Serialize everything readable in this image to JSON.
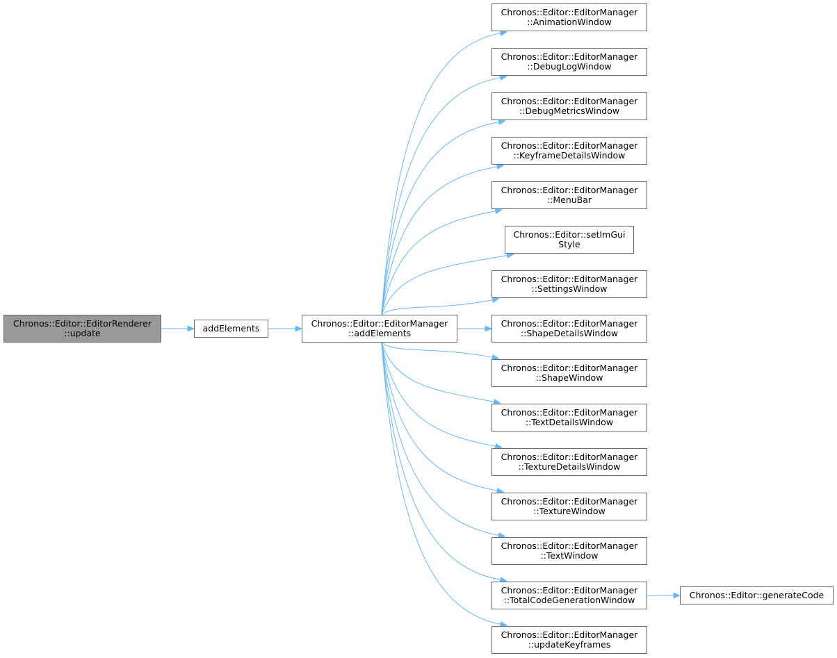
{
  "diagram": {
    "type": "call-graph",
    "colors": {
      "edge": "#63b8ff",
      "root_fill": "#999999",
      "node_border": "#666666",
      "node_fill": "#ffffff"
    },
    "nodes": [
      {
        "id": "root",
        "lines": [
          "Chronos::Editor::EditorRenderer",
          "::update"
        ]
      },
      {
        "id": "add1",
        "lines": [
          "addElements"
        ]
      },
      {
        "id": "mgr",
        "lines": [
          "Chronos::Editor::EditorManager",
          "::addElements"
        ]
      },
      {
        "id": "n0",
        "lines": [
          "Chronos::Editor::EditorManager",
          "::AnimationWindow"
        ]
      },
      {
        "id": "n1",
        "lines": [
          "Chronos::Editor::EditorManager",
          "::DebugLogWindow"
        ]
      },
      {
        "id": "n2",
        "lines": [
          "Chronos::Editor::EditorManager",
          "::DebugMetricsWindow"
        ]
      },
      {
        "id": "n3",
        "lines": [
          "Chronos::Editor::EditorManager",
          "::KeyframeDetailsWindow"
        ]
      },
      {
        "id": "n4",
        "lines": [
          "Chronos::Editor::EditorManager",
          "::MenuBar"
        ]
      },
      {
        "id": "n5",
        "lines": [
          "Chronos::Editor::setImGui",
          "Style"
        ]
      },
      {
        "id": "n6",
        "lines": [
          "Chronos::Editor::EditorManager",
          "::SettingsWindow"
        ]
      },
      {
        "id": "n7",
        "lines": [
          "Chronos::Editor::EditorManager",
          "::ShapeDetailsWindow"
        ]
      },
      {
        "id": "n8",
        "lines": [
          "Chronos::Editor::EditorManager",
          "::ShapeWindow"
        ]
      },
      {
        "id": "n9",
        "lines": [
          "Chronos::Editor::EditorManager",
          "::TextDetailsWindow"
        ]
      },
      {
        "id": "n10",
        "lines": [
          "Chronos::Editor::EditorManager",
          "::TextureDetailsWindow"
        ]
      },
      {
        "id": "n11",
        "lines": [
          "Chronos::Editor::EditorManager",
          "::TextureWindow"
        ]
      },
      {
        "id": "n12",
        "lines": [
          "Chronos::Editor::EditorManager",
          "::TextWindow"
        ]
      },
      {
        "id": "n13",
        "lines": [
          "Chronos::Editor::EditorManager",
          "::TotalCodeGenerationWindow"
        ]
      },
      {
        "id": "n14",
        "lines": [
          "Chronos::Editor::EditorManager",
          "::updateKeyframes"
        ]
      },
      {
        "id": "gen",
        "lines": [
          "Chronos::Editor::generateCode"
        ]
      }
    ],
    "edges": [
      [
        "root",
        "add1"
      ],
      [
        "add1",
        "mgr"
      ],
      [
        "mgr",
        "n0"
      ],
      [
        "mgr",
        "n1"
      ],
      [
        "mgr",
        "n2"
      ],
      [
        "mgr",
        "n3"
      ],
      [
        "mgr",
        "n4"
      ],
      [
        "mgr",
        "n5"
      ],
      [
        "mgr",
        "n6"
      ],
      [
        "mgr",
        "n7"
      ],
      [
        "mgr",
        "n8"
      ],
      [
        "mgr",
        "n9"
      ],
      [
        "mgr",
        "n10"
      ],
      [
        "mgr",
        "n11"
      ],
      [
        "mgr",
        "n12"
      ],
      [
        "mgr",
        "n13"
      ],
      [
        "mgr",
        "n14"
      ],
      [
        "n13",
        "gen"
      ]
    ]
  }
}
